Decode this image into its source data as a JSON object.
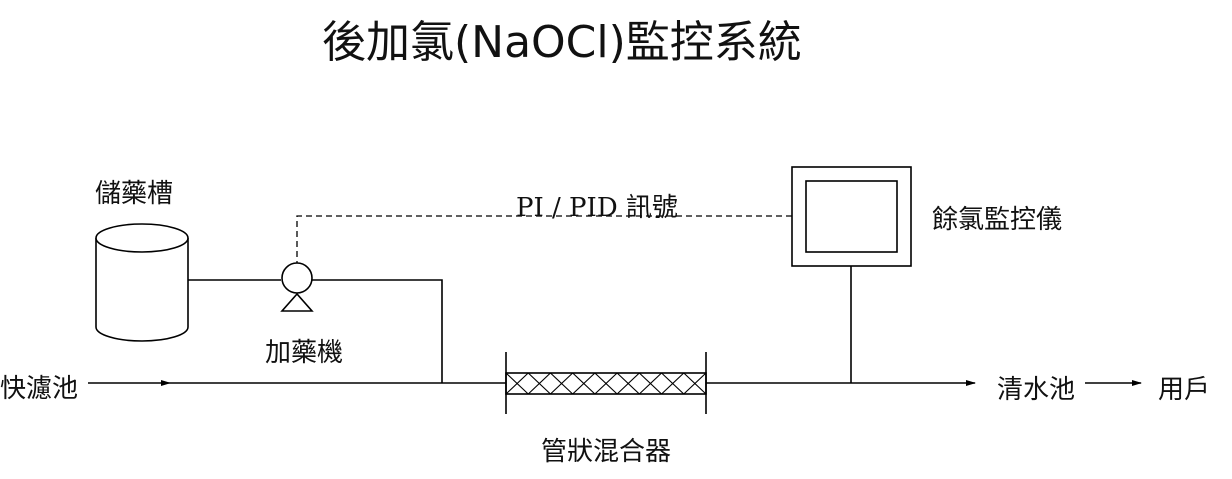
{
  "title": "後加氯(NaOCl)監控系統",
  "labels": {
    "storage_tank": "儲藥槽",
    "dosing_pump": "加藥機",
    "signal_line": "PI / PID 訊號",
    "residual_chlorine_monitor": "餘氯監控儀",
    "rapid_filter": "快濾池",
    "static_mixer": "管狀混合器",
    "clear_well": "清水池",
    "users": "用戶"
  },
  "colors": {
    "line": "#000000",
    "background": "#ffffff"
  }
}
